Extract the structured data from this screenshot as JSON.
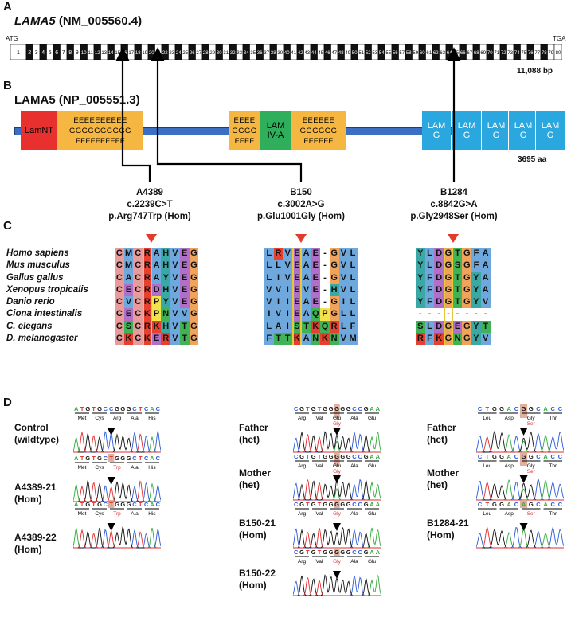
{
  "panels": {
    "a": "A",
    "b": "B",
    "c": "C",
    "d": "D"
  },
  "gene": {
    "name": "LAMA5",
    "accession": "(NM_005560.4)",
    "atg": "ATG",
    "tga": "TGA",
    "length": "11,088 bp",
    "exon_labels": [
      "1",
      "2",
      "3",
      "4",
      "5",
      "6",
      "7",
      "8",
      "9",
      "10",
      "11",
      "12",
      "13",
      "14",
      "15",
      "16",
      "17",
      "18",
      "19",
      "20",
      "21",
      "22",
      "23",
      "24",
      "25",
      "26",
      "27",
      "28",
      "29",
      "30",
      "31",
      "32",
      "33",
      "34",
      "35",
      "36",
      "37",
      "38",
      "39",
      "40",
      "41",
      "42",
      "43",
      "44",
      "45",
      "46",
      "47",
      "48",
      "49",
      "50",
      "51",
      "52",
      "53",
      "54",
      "55",
      "56",
      "57",
      "58",
      "59",
      "60",
      "61",
      "62",
      "63",
      "64",
      "65",
      "66",
      "67",
      "68",
      "69",
      "70",
      "71",
      "72",
      "73",
      "74",
      "75",
      "76",
      "77",
      "78",
      "79",
      "80"
    ]
  },
  "protein": {
    "name": "LAMA5",
    "accession": "(NP_005551.3)",
    "length": "3695 aa",
    "lamnt": "LamNT",
    "egf1": [
      "EEEEEEEEEE",
      "GGGGGGGGGG",
      "FFFFFFFFFF"
    ],
    "egf2": [
      "EEEE",
      "GGGG",
      "FFFF"
    ],
    "lam4a": [
      "LAM",
      "IV-A"
    ],
    "egf3": [
      "EEEEEE",
      "GGGGGG",
      "FFFFFF"
    ],
    "lamg": [
      "LAM",
      "G"
    ]
  },
  "mutations": [
    {
      "family": "A4389",
      "cdna": "c.2239C>T",
      "protein": "p.Arg747Trp (Hom)"
    },
    {
      "family": "B150",
      "cdna": "c.3002A>G",
      "protein": "p.Glu1001Gly (Hom)"
    },
    {
      "family": "B1284",
      "cdna": "c.8842G>A",
      "protein": "p.Gly2948Ser (Hom)"
    }
  ],
  "species": [
    "Homo sapiens",
    "Mus musculus",
    "Gallus gallus",
    "Xenopus tropicalis",
    "Danio rerio",
    "Ciona intestinalis",
    "C. elegans",
    "D. melanogaster"
  ],
  "alignments": [
    [
      "CMCRAHVEG",
      "CMCRAHVEG",
      "CACRAYVEG",
      "CECRDHVEG",
      "CVCRPYVEG",
      "CECKPNVVG",
      "CSCRKHVTG",
      "CKCKERVTG"
    ],
    [
      "LRVEAE-GVL",
      "LLVEAE-GVL",
      "LIVEAE-GVL",
      "VVIEVE-HVL",
      "VIIEAE-GIL",
      "IVIEAQPGLL",
      "LAISTKQRLF",
      "FTTKANKNVM"
    ],
    [
      "YLDGTGFA",
      "YLDGSGFA",
      "YFDGTGYA",
      "YFDGTGYA",
      "YFDGTGYV",
      "--------",
      "SLDGEGYT",
      "RFKGNGYV"
    ]
  ],
  "chromatograms": [
    {
      "label": [
        "Control",
        "(wildtype)"
      ],
      "bases": "ATGTGCCGGGCTCAC",
      "aa": [
        "Met",
        "Cys",
        "Arg",
        "Ala",
        "His"
      ],
      "alt": ""
    },
    {
      "label": [
        "A4389-21",
        "(Hom)"
      ],
      "bases": "ATGTGCTGGGCTCAC",
      "aa": [
        "Met",
        "Cys",
        "Trp",
        "Ala",
        "His"
      ],
      "alt": ""
    },
    {
      "label": [
        "A4389-22",
        "(Hom)"
      ],
      "bases": "ATGTGCTGGGCTCAC",
      "aa": [
        "Met",
        "Cys",
        "Trp",
        "Ala",
        "His"
      ],
      "alt": ""
    },
    {
      "label": [
        "Father",
        "(het)"
      ],
      "bases": "CGTGTGGGGGCCGAA",
      "aa": [
        "Arg",
        "Val",
        "Glu",
        "Ala",
        "Glu"
      ],
      "alt": "Gly"
    },
    {
      "label": [
        "Mother",
        "(het)"
      ],
      "bases": "CGTGTGGGGGCCGAA",
      "aa": [
        "Arg",
        "Val",
        "Glu",
        "Ala",
        "Glu"
      ],
      "alt": "Gly"
    },
    {
      "label": [
        "B150-21",
        "(Hom)"
      ],
      "bases": "CGTGTGGGGGCCGAA",
      "aa": [
        "Arg",
        "Val",
        "Gly",
        "Ala",
        "Glu"
      ],
      "alt": ""
    },
    {
      "label": [
        "B150-22",
        "(Hom)"
      ],
      "bases": "CGTGTGGGGGCCGAA",
      "aa": [
        "Arg",
        "Val",
        "Gly",
        "Ala",
        "Glu"
      ],
      "alt": ""
    },
    {
      "label": [
        "Father",
        "(het)"
      ],
      "bases": "CTGGACGGCACC",
      "aa": [
        "Leu",
        "Asp",
        "Gly",
        "Thr"
      ],
      "alt": "Ser"
    },
    {
      "label": [
        "Mother",
        "(het)"
      ],
      "bases": "CTGGACGGCACC",
      "aa": [
        "Leu",
        "Asp",
        "Gly",
        "Thr"
      ],
      "alt": "Ser"
    },
    {
      "label": [
        "B1284-21",
        "(Hom)"
      ],
      "bases": "CTGGACAGCACC",
      "aa": [
        "Leu",
        "Asp",
        "Ser",
        "Thr"
      ],
      "alt": ""
    }
  ],
  "colors": {
    "lamnt": "#e8302e",
    "egf": "#f5b642",
    "lam4a": "#2fae5b",
    "lamg": "#2ba7df",
    "backbone": "#3a6fc4",
    "arrow": "#e33a2c"
  }
}
